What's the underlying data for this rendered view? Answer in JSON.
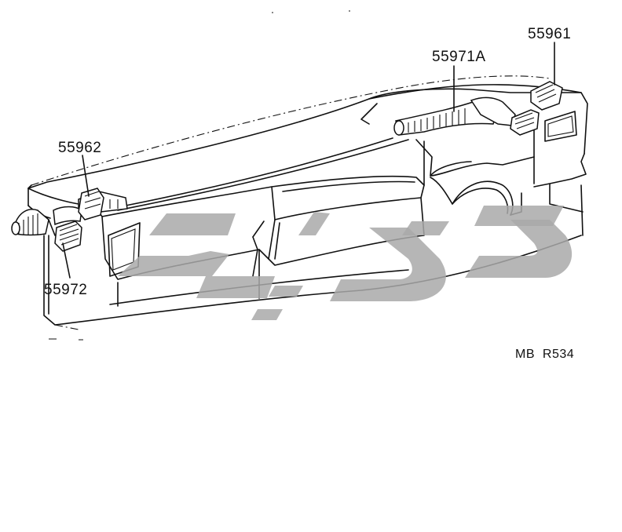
{
  "callouts": {
    "p55961": "55961",
    "p55971a": "55971A",
    "p55962": "55962",
    "p55972": "55972"
  },
  "reference_code": "MB  R534",
  "colors": {
    "line": "#111111",
    "background": "#ffffff",
    "watermark": "#a9a9a9"
  }
}
